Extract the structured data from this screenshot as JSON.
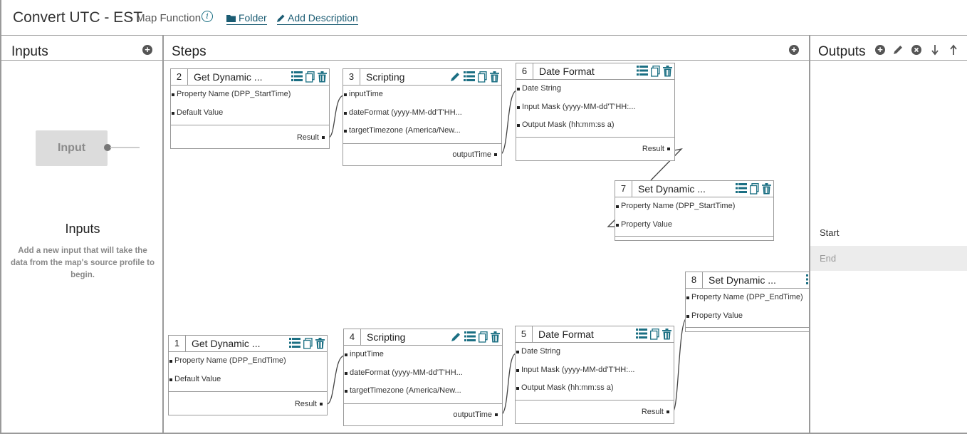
{
  "header": {
    "title": "Convert UTC - EST",
    "subtitle": "- Map Function",
    "info_glyph": "i",
    "folder_label": "Folder",
    "add_description_label": "Add Description"
  },
  "panels": {
    "inputs_title": "Inputs",
    "steps_title": "Steps",
    "outputs_title": "Outputs"
  },
  "inputs": {
    "box_label": "Input",
    "heading": "Inputs",
    "description": "Add a new input that will take the data from the map's source profile to begin."
  },
  "steps": [
    {
      "num": "2",
      "title": "Get Dynamic ...",
      "rows": [
        "Property Name (DPP_StartTime)",
        "Default Value"
      ],
      "result": "Result"
    },
    {
      "num": "3",
      "title": "Scripting",
      "rows": [
        "inputTime",
        "dateFormat (yyyy-MM-dd'T'HH...",
        "targetTimezone (America/New..."
      ],
      "result": "outputTime"
    },
    {
      "num": "6",
      "title": "Date Format",
      "rows": [
        "Date String",
        "Input Mask (yyyy-MM-dd'T'HH:...",
        "Output Mask (hh:mm:ss a)"
      ],
      "result": "Result"
    },
    {
      "num": "7",
      "title": "Set Dynamic ...",
      "rows": [
        "Property Name (DPP_StartTime)",
        "Property Value"
      ],
      "result": ""
    },
    {
      "num": "8",
      "title": "Set Dynamic ...",
      "rows": [
        "Property Name (DPP_EndTime)",
        "Property Value"
      ],
      "result": ""
    },
    {
      "num": "1",
      "title": "Get Dynamic ...",
      "rows": [
        "Property Name (DPP_EndTime)",
        "Default Value"
      ],
      "result": "Result"
    },
    {
      "num": "4",
      "title": "Scripting",
      "rows": [
        "inputTime",
        "dateFormat (yyyy-MM-dd'T'HH...",
        "targetTimezone (America/New..."
      ],
      "result": "outputTime"
    },
    {
      "num": "5",
      "title": "Date Format",
      "rows": [
        "Date String",
        "Input Mask (yyyy-MM-dd'T'HH:...",
        "Output Mask (hh:mm:ss a)"
      ],
      "result": "Result"
    }
  ],
  "outputs": {
    "items": [
      "Start",
      "End"
    ],
    "selected": "End"
  },
  "colors": {
    "accent": "#1b5c73",
    "icon": "#1b6f83",
    "selected_row": "#ececec",
    "border": "#9a9a9a"
  },
  "icons": {
    "node": [
      "list-icon",
      "copy-icon",
      "trash-icon"
    ],
    "scripting_extra": "pencil-icon",
    "outputs_toolbar": [
      "add-icon",
      "edit-icon",
      "remove-icon",
      "move-down-icon",
      "move-up-icon"
    ]
  }
}
